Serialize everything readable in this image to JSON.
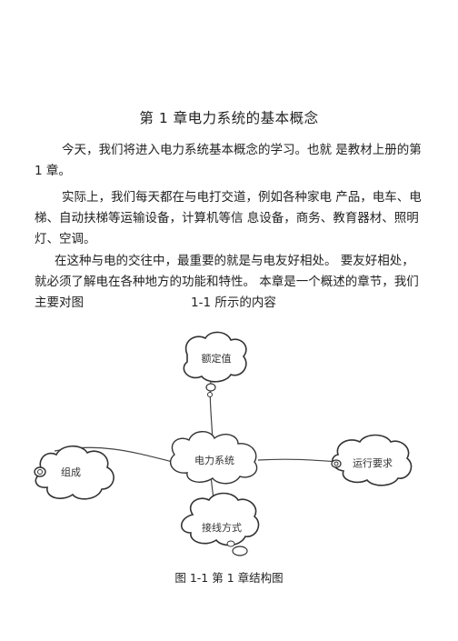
{
  "document": {
    "title": "第 1 章电力系统的基本概念",
    "paragraphs": [
      "今天，我们将进入电力系统基本概念的学习。也就  是教材上册的第 1 章。",
      "实际上，我们每天都在与电打交道，例如各种家电  产品，电车、电梯、自动扶梯等运输设备，计算机等信  息设备，商务、教育器材、照明灯、空调。"
    ],
    "paragraph3": {
      "before": "在这种与电的交往中，最重要的就是与电友好相处。  要友好相处，就必须了解电在各种地方的功能和特性。  本章是一个概述的章节，我们主要对图",
      "ref": "1-1",
      "after": " 所示的内容"
    }
  },
  "diagram": {
    "center": "电力系统",
    "top": "额定值",
    "left": "组成",
    "right": "运行要求",
    "bottom": "接线方式"
  },
  "caption": "图 1-1 第 1 章结构图"
}
